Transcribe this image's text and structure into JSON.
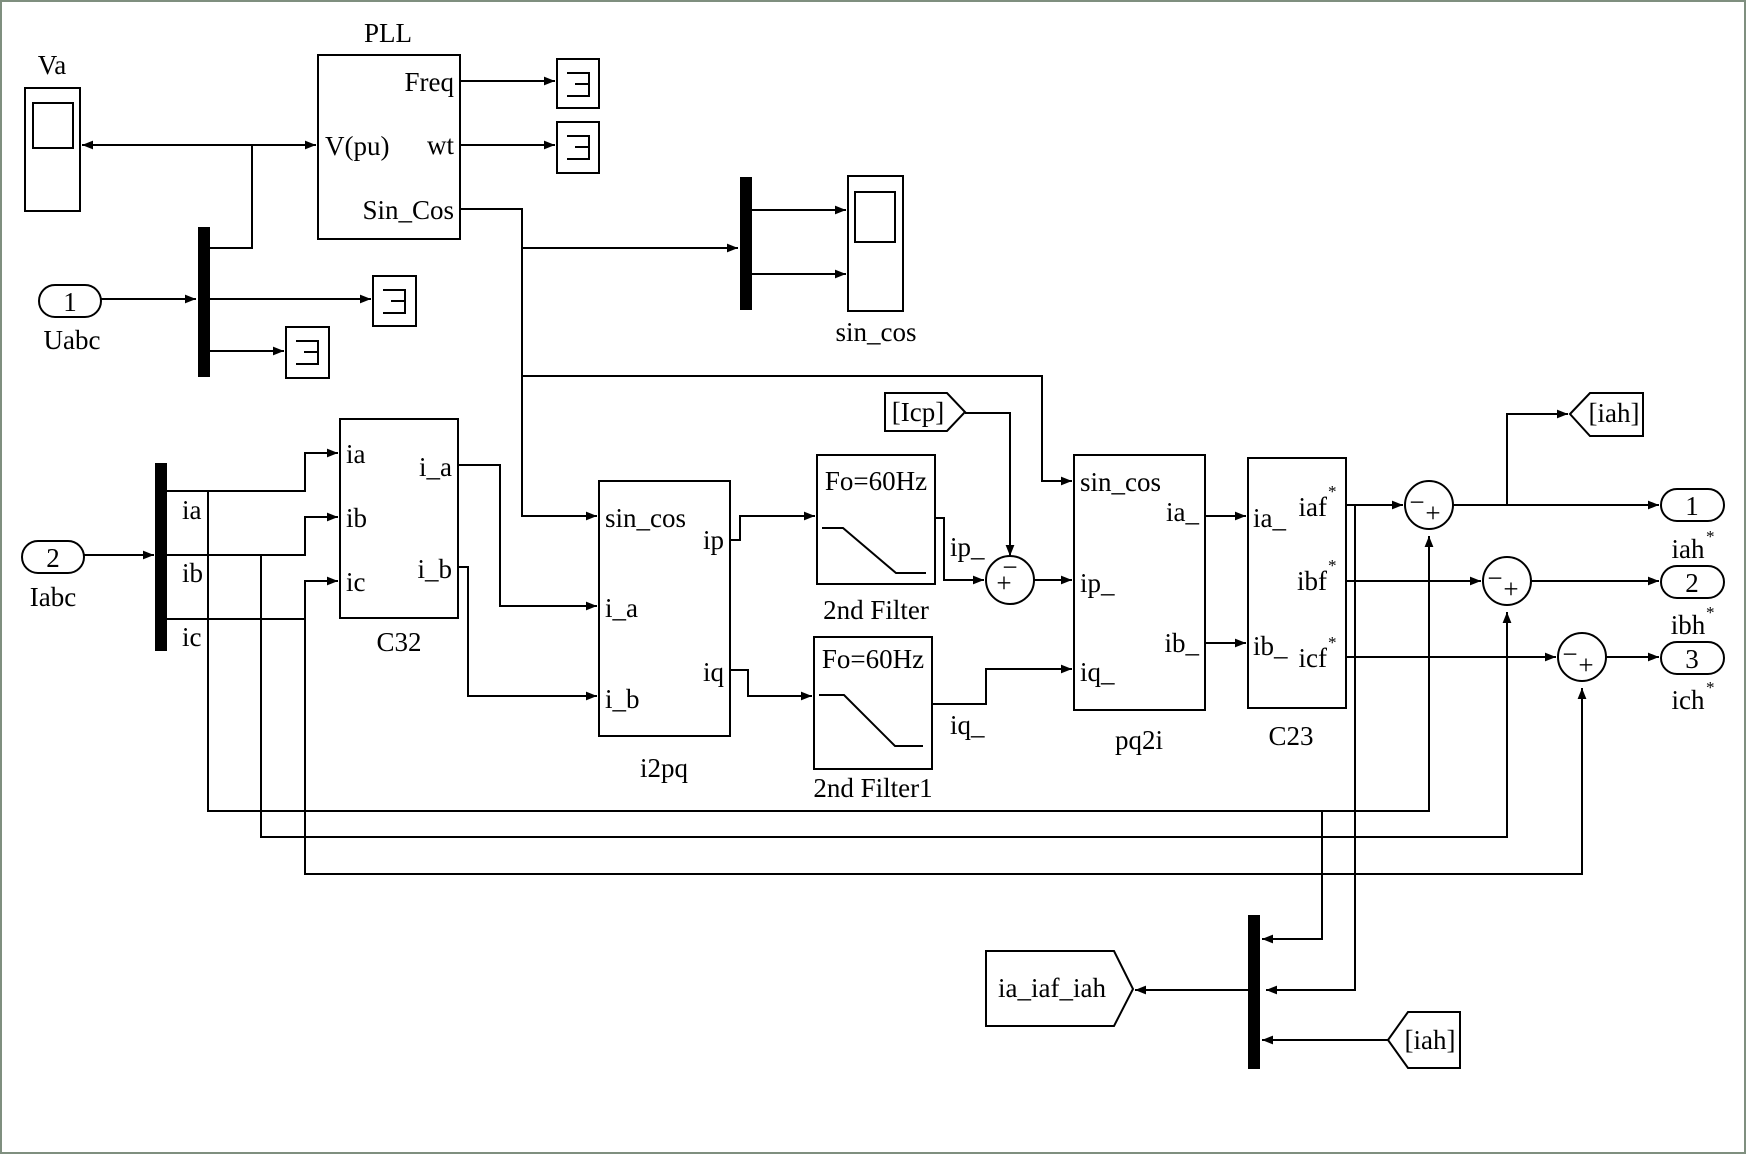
{
  "pll": {
    "title": "PLL",
    "port_v": "V(pu)",
    "port_freq": "Freq",
    "port_wt": "wt",
    "port_sincos": "Sin_Cos"
  },
  "scope_va": {
    "title": "Va"
  },
  "scope_sincos": {
    "title": "sin_cos"
  },
  "inport_uabc": {
    "number": "1",
    "label": "Uabc"
  },
  "inport_iabc": {
    "number": "2",
    "label": "Iabc"
  },
  "demux_iabc": {
    "ia": "ia",
    "ib": "ib",
    "ic": "ic"
  },
  "c32": {
    "name": "C32",
    "in_ia": "ia",
    "in_ib": "ib",
    "in_ic": "ic",
    "out_ia": "i_a",
    "out_ib": "i_b"
  },
  "i2pq": {
    "name": "i2pq",
    "in_sincos": "sin_cos",
    "in_ia": "i_a",
    "in_ib": "i_b",
    "out_ip": "ip",
    "out_iq": "iq"
  },
  "filter1": {
    "name": "2nd Filter",
    "label": "Fo=60Hz"
  },
  "filter2": {
    "name": "2nd Filter1",
    "label": "Fo=60Hz"
  },
  "from_icp": {
    "label": "[Icp]"
  },
  "sum_p": {
    "sign_plus": "+",
    "sign_minus": "−"
  },
  "signal_ip": "ip_",
  "signal_iq": "iq_",
  "pq2i": {
    "name": "pq2i",
    "in_sincos": "sin_cos",
    "in_ip": "ip_",
    "in_iq": "iq_",
    "out_ia": "ia_",
    "out_ib": "ib_"
  },
  "c23": {
    "name": "C23",
    "in_ia": "ia_",
    "in_ib": "ib_",
    "out_iaf": "iaf",
    "out_ibf": "ibf",
    "out_icf": "icf",
    "star": "*"
  },
  "sums": {
    "minus": "−",
    "plus": "+"
  },
  "goto_iah": {
    "label": "[iah]"
  },
  "from_iah": {
    "label": "[iah]"
  },
  "goto_ia_iaf_iah": {
    "label": "ia_iaf_iah"
  },
  "outports": [
    {
      "number": "1",
      "label": "iah",
      "star": "*"
    },
    {
      "number": "2",
      "label": "ibh",
      "star": "*"
    },
    {
      "number": "3",
      "label": "ich",
      "star": "*"
    }
  ]
}
